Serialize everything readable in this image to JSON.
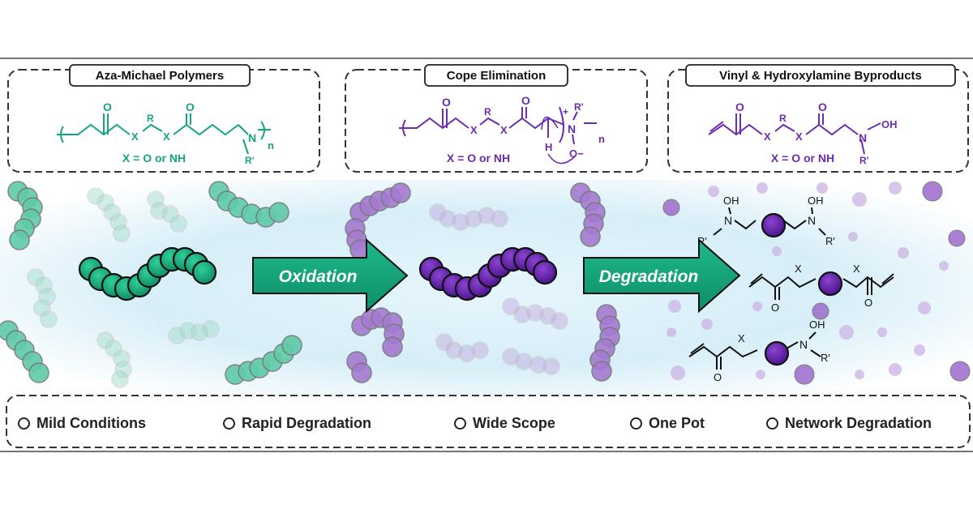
{
  "panels": [
    {
      "title": "Aza-Michael Polymers",
      "condition": "X = O or NH"
    },
    {
      "title": "Cope Elimination",
      "condition": "X = O or NH"
    },
    {
      "title": "Vinyl & Hydroxylamine Byproducts",
      "condition": "X = O or NH"
    }
  ],
  "arrows": {
    "first": "Oxidation",
    "second": "Degradation"
  },
  "atoms": {
    "o": "O",
    "x": "X",
    "r": "R",
    "n": "N",
    "rp": "R'",
    "oh": "OH",
    "h": "H",
    "sub_n": "n",
    "plus": "+",
    "ominus": "O−"
  },
  "features": [
    "Mild Conditions",
    "Rapid Degradation",
    "Wide Scope",
    "One Pot",
    "Network Degradation"
  ],
  "colors": {
    "green": "#16a37f",
    "purple": "#6c2bb0",
    "light_blue": "#d8eef8"
  }
}
